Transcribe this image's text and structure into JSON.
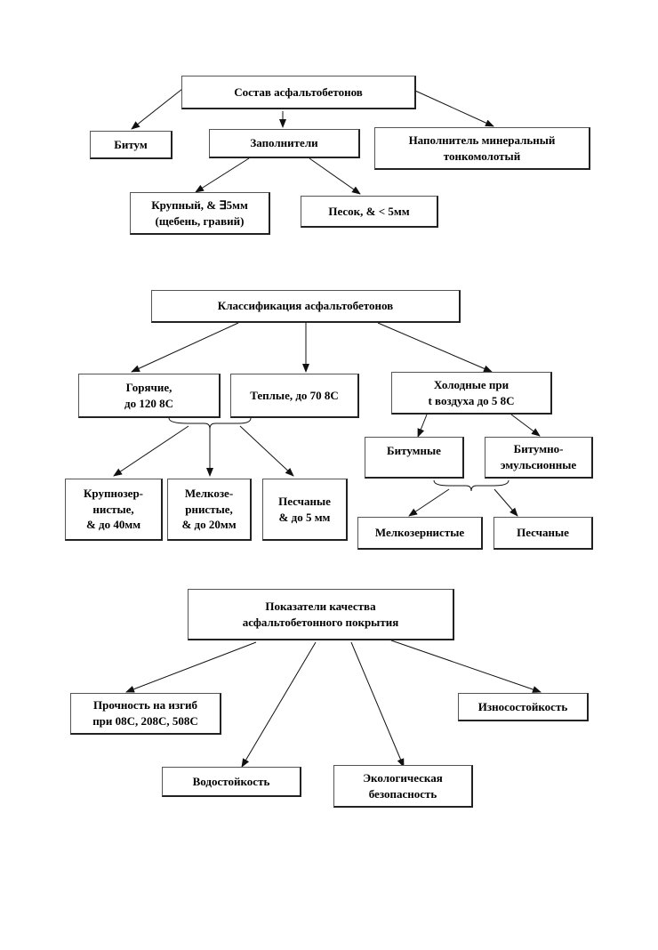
{
  "composition": {
    "title": "Состав асфальтобетонов",
    "bitumen": "Битум",
    "fillers": "Заполнители",
    "mineral_filler": "Наполнитель минеральный\nтонкомолотый",
    "coarse": "Крупный, & ∃5мм\n(щебень, гравий)",
    "sand": "Песок, & < 5мм"
  },
  "classification": {
    "title": "Классификация асфальтобетонов",
    "hot": "Горячие,\nдо 120 8С",
    "warm": "Теплые, до 70 8С",
    "cold": "Холодные при\nt воздуха до 5 8С",
    "coarse_grain": "Крупнозер-\nнистые,\n& до 40мм",
    "fine_grain": "Мелкозе-\nрнистые,\n& до 20мм",
    "sandy": "Песчаные\n& до 5 мм",
    "bituminous": "Битумные",
    "bitumen_emulsion": "Битумно-\nэмульсионные",
    "fine_grain_cold": "Мелкозернистые",
    "sandy_cold": "Песчаные"
  },
  "quality": {
    "title": "Показатели качества\nасфальтобетонного покрытия",
    "strength": "Прочность на изгиб\nпри 08С, 208С, 508С",
    "wear": "Износостойкость",
    "water": "Водостойкость",
    "eco": "Экологическая\nбезопасность"
  }
}
